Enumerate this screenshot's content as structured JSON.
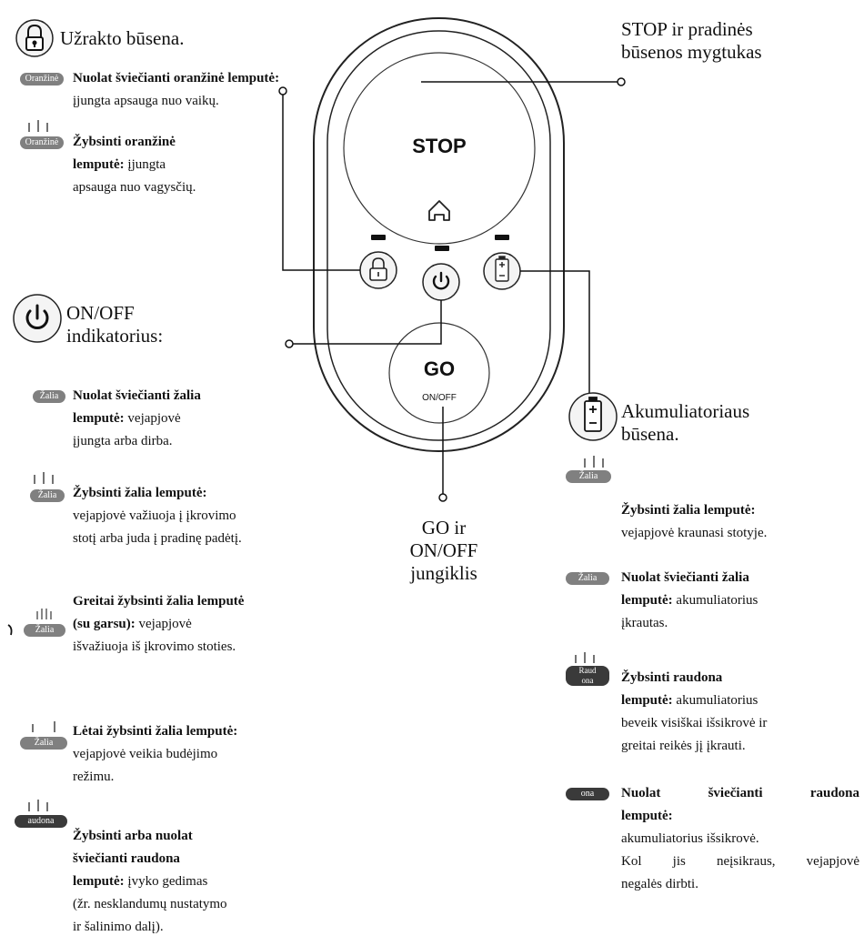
{
  "device": {
    "stop_label": "STOP",
    "go_label": "GO",
    "go_sub_label": "ON/OFF"
  },
  "lock": {
    "title": "Užrakto būsena.",
    "pill1": "Oranžinė",
    "item1_bold": "Nuolat šviečianti oranžinė lemputė:",
    "item1_line2": "įjungta apsauga nuo vaikų.",
    "pill2": "Oranžinė",
    "item2_bold_line1": "Žybsinti oranžinė",
    "item2_bold_line2": "lemputė:",
    "item2_rest_line2": " įjungta",
    "item2_line3": "apsauga nuo vagysčių."
  },
  "stop_callout": {
    "line1": "STOP ir pradinės",
    "line2": "būsenos mygtukas"
  },
  "power": {
    "title_line1": "ON/OFF",
    "title_line2": "indikatorius:",
    "pill1": "Žalia",
    "item1_bold_line1": "Nuolat šviečianti žalia",
    "item1_bold_line2": "lemputė:",
    "item1_rest_line2": " vejapjovė",
    "item1_line3": "įjungta arba dirba.",
    "pill2": "Žalia",
    "item2_bold": "Žybsinti žalia lemputė:",
    "item2_line2": "vejapjovė važiuoja į įkrovimo",
    "item2_line3": "stotį arba juda į pradinę padėtį.",
    "pill3": "Žalia",
    "item3_bold_line1": "Greitai žybsinti žalia lemputė",
    "item3_bold_line2": "(su garsu):",
    "item3_rest_line2": " vejapjovė",
    "item3_line3": "išvažiuoja iš įkrovimo stoties.",
    "pill4": "Žalia",
    "item4_bold": "Lėtai žybsinti žalia lemputė:",
    "item4_line2": "vejapjovė veikia budėjimo",
    "item4_line3": "režimu.",
    "pill5": "audona",
    "item5_bold_line1": "Žybsinti arba nuolat",
    "item5_bold_line2": "šviečianti raudona",
    "item5_bold_line3": "lemputė:",
    "item5_rest_line3": " įvyko gedimas",
    "item5_line4": "(žr. nesklandumų nustatymo",
    "item5_line5": "ir šalinimo dalį)."
  },
  "go_callout": {
    "line1": "GO ir",
    "line2": "ON/OFF",
    "line3": "jungiklis"
  },
  "battery": {
    "title_line1": "Akumuliatoriaus",
    "title_line2": "būsena.",
    "pill1": "Žalia",
    "item1_bold": "Žybsinti žalia lemputė:",
    "item1_line2": "vejapjovė kraunasi stotyje.",
    "pill2": "Žalia",
    "item2_bold_line1": "Nuolat šviečianti žalia",
    "item2_bold_line2": "lemputė:",
    "item2_rest_line2": " akumuliatorius",
    "item2_line3": "įkrautas.",
    "pill3_line1": "Raud",
    "pill3_line2": "ona",
    "item3_bold_line1": "Žybsinti raudona",
    "item3_bold_line2": "lemputė:",
    "item3_rest_line2": " akumuliatorius",
    "item3_line3": "beveik visiškai išsikrovė ir",
    "item3_line4": "greitai reikės jį įkrauti.",
    "pill4": "ona",
    "item4_bold_line1": "Nuolat šviečianti raudona",
    "item4_bold_line2": "lemputė:",
    "item4_line3": "akumuliatorius išsikrovė.",
    "item4_line4": "Kol jis neįsikraus, vejapjovė",
    "item4_line5": "negalės dirbti."
  }
}
